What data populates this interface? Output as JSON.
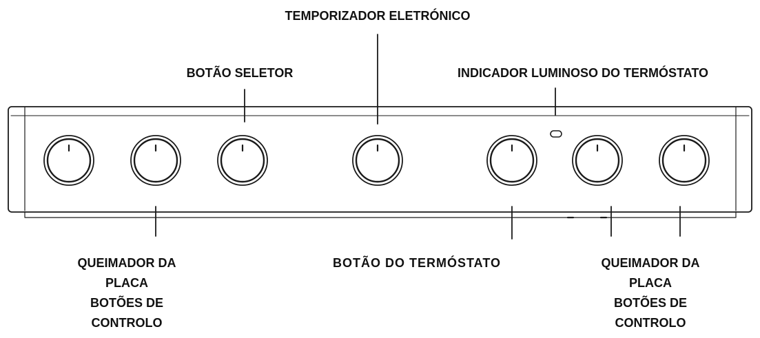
{
  "labels": {
    "timer": "TEMPORIZADOR ELETRÓNICO",
    "selector": "BOTÃO SELETOR",
    "thermostat_light": "INDICADOR LUMINOSO DO TERMÓSTATO",
    "thermostat_knob": "BOTÃO DO TERMÓSTATO",
    "left_burner": {
      "line1": "QUEIMADOR DA",
      "line2": "PLACA",
      "line3": "BOTÕES DE",
      "line4": "CONTROLO"
    },
    "right_burner": {
      "line1": "QUEIMADOR DA",
      "line2": "PLACA",
      "line3": "BOTÕES DE",
      "line4": "CONTROLO"
    }
  },
  "colors": {
    "stroke": "#1a1a1a",
    "text": "#111111",
    "background": "#ffffff"
  }
}
